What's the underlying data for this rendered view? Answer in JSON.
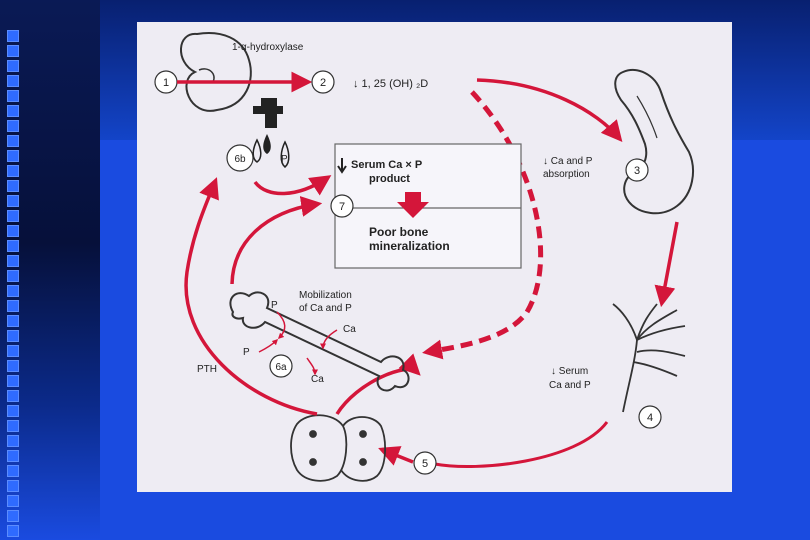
{
  "diagram": {
    "enzyme_label": "1-α-hydroxylase",
    "step_1": "1",
    "step_2": "2",
    "vitamin_d": "↓ 1, 25 (OH) ₂D",
    "step_3": "3",
    "absorption": [
      "↓ Ca and P",
      "absorption"
    ],
    "step_6b": "6b",
    "faucet_p": "P",
    "serum_product": [
      "Serum Ca × P",
      "product"
    ],
    "step_7": "7",
    "poor_bone": [
      "Poor bone",
      "mineralization"
    ],
    "mobilization": [
      "Mobilization",
      "of Ca and P"
    ],
    "bone_p_top": "P",
    "bone_ca_top": "Ca",
    "bone_p_left": "P",
    "step_6a": "6a",
    "bone_ca_bottom": "Ca",
    "pth": "PTH",
    "serum_ca_p": [
      "↓ Serum",
      "Ca and P"
    ],
    "step_4": "4",
    "step_5": "5"
  },
  "colors": {
    "background": "#1a4be0",
    "panel": "#eeecf3",
    "arrow_red": "#d4163a",
    "ink": "#222222"
  },
  "icons": [
    "kidney-icon",
    "faucet-icon",
    "intestine-icon",
    "bone-icon",
    "blood-vessel-icon",
    "parathyroid-icon"
  ]
}
